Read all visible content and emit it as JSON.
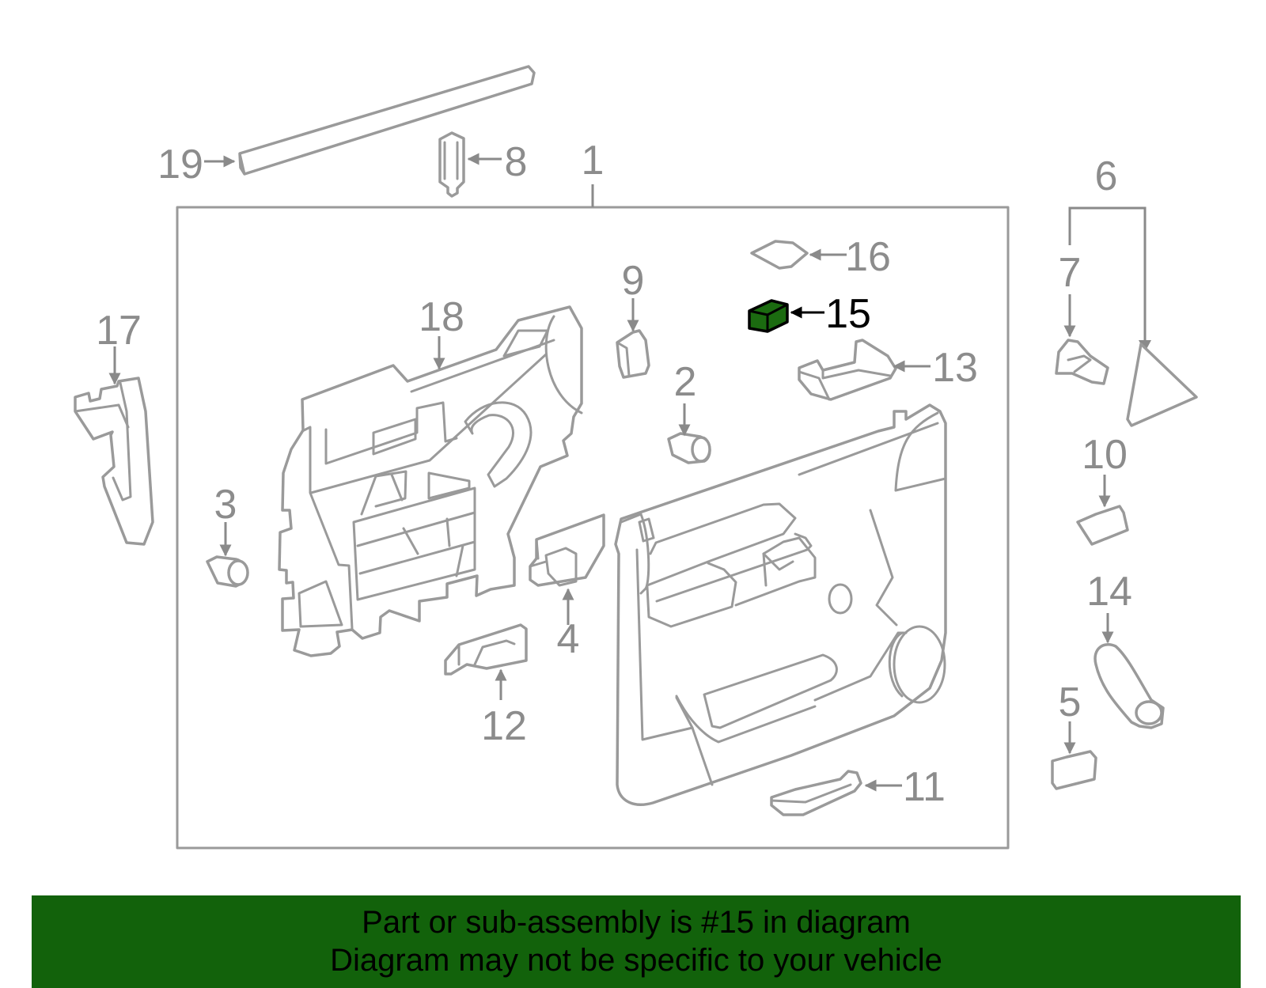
{
  "diagram": {
    "highlighted_part": "15",
    "callouts": {
      "c1": "1",
      "c2": "2",
      "c3": "3",
      "c4": "4",
      "c5": "5",
      "c6": "6",
      "c7": "7",
      "c8": "8",
      "c9": "9",
      "c10": "10",
      "c11": "11",
      "c12": "12",
      "c13": "13",
      "c14": "14",
      "c15": "15",
      "c16": "16",
      "c17": "17",
      "c18": "18",
      "c19": "19"
    },
    "highlight_color": "#1b6b10"
  },
  "banner": {
    "line1": "Part or sub-assembly is #15 in diagram",
    "line2": "Diagram may not be specific to your vehicle",
    "background": "#12620b"
  }
}
